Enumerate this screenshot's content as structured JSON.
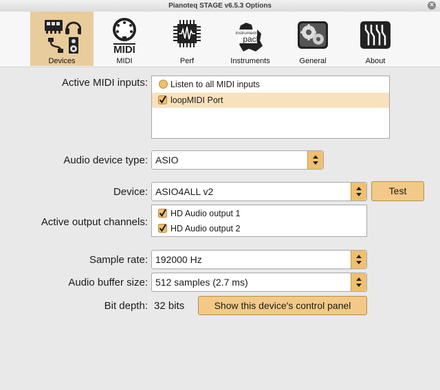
{
  "window": {
    "title": "Pianoteq STAGE v6.5.3 Options",
    "close_glyph": "⊗"
  },
  "toolbar": {
    "tabs": [
      {
        "label": "Devices",
        "icon": "devices-icon",
        "active": true
      },
      {
        "label": "MIDI",
        "icon": "midi-icon",
        "active": false
      },
      {
        "label": "Perf",
        "icon": "perf-icon",
        "active": false
      },
      {
        "label": "Instruments",
        "icon": "instrument-pack-icon",
        "active": false
      },
      {
        "label": "General",
        "icon": "general-icon",
        "active": false
      },
      {
        "label": "About",
        "icon": "about-icon",
        "active": false
      }
    ],
    "midi_icon_text": "MIDI",
    "instrument_icon_text_small": "instrument",
    "instrument_icon_text_big": "pack"
  },
  "midi_inputs": {
    "label": "Active MIDI inputs:",
    "items": [
      {
        "text": "Listen to all MIDI inputs",
        "marker": "circle",
        "selected": false
      },
      {
        "text": "loopMIDI Port",
        "marker": "check",
        "selected": true
      }
    ]
  },
  "audio_device_type": {
    "label": "Audio device type:",
    "value": "ASIO"
  },
  "device": {
    "label": "Device:",
    "value": "ASIO4ALL v2",
    "test_button": "Test"
  },
  "output_channels": {
    "label": "Active output channels:",
    "items": [
      {
        "text": "HD Audio output 1",
        "checked": true
      },
      {
        "text": "HD Audio output 2",
        "checked": true
      }
    ]
  },
  "sample_rate": {
    "label": "Sample rate:",
    "value": "192000 Hz"
  },
  "buffer_size": {
    "label": "Audio buffer size:",
    "value": "512 samples (2.7 ms)"
  },
  "bit_depth": {
    "label": "Bit depth:",
    "value": "32 bits",
    "control_panel_button": "Show this device's control panel"
  },
  "colors": {
    "accent": "#f0c070",
    "active_tab": "#e9cc9c",
    "selection": "#f8e2bd"
  }
}
